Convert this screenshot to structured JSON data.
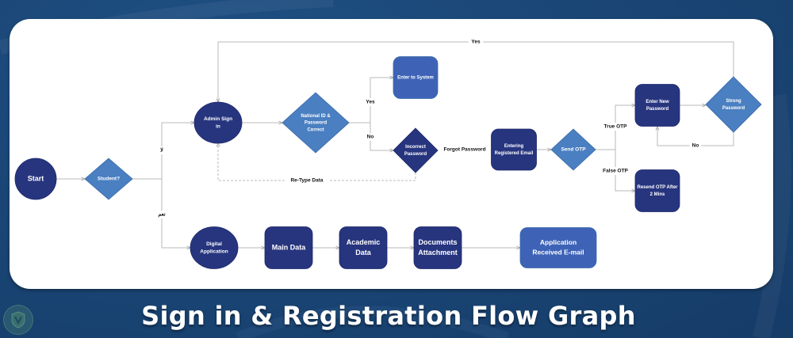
{
  "diagram": {
    "title": "Sign in & Registration Flow Graph",
    "colors": {
      "background": "#1a4676",
      "dark_node": "#27357f",
      "light_node": "#4a7fc1",
      "medium_node": "#3e63b6",
      "edge": "#b9b9b9",
      "card": "#ffffff"
    },
    "nodes": [
      {
        "id": "start",
        "shape": "circle",
        "style": "dark",
        "lines": [
          "Start"
        ]
      },
      {
        "id": "student",
        "shape": "diamond",
        "style": "light",
        "lines": [
          "Student?"
        ]
      },
      {
        "id": "admin_sign_in",
        "shape": "circle",
        "style": "dark",
        "lines": [
          "Admin Sign",
          "in"
        ]
      },
      {
        "id": "national_id",
        "shape": "diamond",
        "style": "light",
        "lines": [
          "National ID &",
          "Password",
          "Correct"
        ]
      },
      {
        "id": "enter_system",
        "shape": "rounded-rect",
        "style": "medium",
        "lines": [
          "Enter to System"
        ]
      },
      {
        "id": "incorrect_password",
        "shape": "diamond",
        "style": "dark",
        "lines": [
          "Incorrect",
          "Password"
        ]
      },
      {
        "id": "entering_email",
        "shape": "rounded-rect",
        "style": "dark",
        "lines": [
          "Entering",
          "Registered Email"
        ]
      },
      {
        "id": "send_otp",
        "shape": "diamond",
        "style": "light",
        "lines": [
          "Send OTP"
        ]
      },
      {
        "id": "enter_new_password",
        "shape": "rounded-rect",
        "style": "dark",
        "lines": [
          "Enter New",
          "Password"
        ]
      },
      {
        "id": "strong_password",
        "shape": "diamond",
        "style": "light",
        "lines": [
          "Strong",
          "Password"
        ]
      },
      {
        "id": "resend_otp",
        "shape": "rounded-rect",
        "style": "dark",
        "lines": [
          "Resend OTP After",
          "2 Mins"
        ]
      },
      {
        "id": "digital_application",
        "shape": "circle",
        "style": "dark",
        "lines": [
          "Digital",
          "Application"
        ]
      },
      {
        "id": "main_data",
        "shape": "rounded-rect",
        "style": "dark",
        "lines": [
          "Main Data"
        ]
      },
      {
        "id": "academic_data",
        "shape": "rounded-rect",
        "style": "dark",
        "lines": [
          "Academic",
          "Data"
        ]
      },
      {
        "id": "documents_attachment",
        "shape": "rounded-rect",
        "style": "dark",
        "lines": [
          "Documents",
          "Attachment"
        ]
      },
      {
        "id": "application_received",
        "shape": "rounded-rect",
        "style": "medium",
        "lines": [
          "Application",
          "Received E-mail"
        ]
      }
    ],
    "edges": [
      {
        "from": "start",
        "to": "student",
        "label": ""
      },
      {
        "from": "student",
        "to": "admin_sign_in",
        "label": "لا"
      },
      {
        "from": "student",
        "to": "digital_application",
        "label": "نعم"
      },
      {
        "from": "admin_sign_in",
        "to": "national_id",
        "label": ""
      },
      {
        "from": "national_id",
        "to": "enter_system",
        "label": "Yes"
      },
      {
        "from": "national_id",
        "to": "incorrect_password",
        "label": "No"
      },
      {
        "from": "incorrect_password",
        "to": "admin_sign_in",
        "label": "Re-Type Data",
        "dashed": true
      },
      {
        "from": "incorrect_password",
        "to": "entering_email",
        "label": "Forgot Password"
      },
      {
        "from": "entering_email",
        "to": "send_otp",
        "label": ""
      },
      {
        "from": "send_otp",
        "to": "enter_new_password",
        "label": "True OTP"
      },
      {
        "from": "send_otp",
        "to": "resend_otp",
        "label": "False OTP"
      },
      {
        "from": "enter_new_password",
        "to": "strong_password",
        "label": ""
      },
      {
        "from": "strong_password",
        "to": "enter_new_password",
        "label": "No"
      },
      {
        "from": "strong_password",
        "to": "admin_sign_in",
        "label": "Yes"
      },
      {
        "from": "digital_application",
        "to": "main_data",
        "label": ""
      },
      {
        "from": "main_data",
        "to": "academic_data",
        "label": ""
      },
      {
        "from": "academic_data",
        "to": "documents_attachment",
        "label": ""
      },
      {
        "from": "documents_attachment",
        "to": "application_received",
        "label": ""
      }
    ]
  },
  "logo": {
    "icon": "shield-v-icon"
  }
}
